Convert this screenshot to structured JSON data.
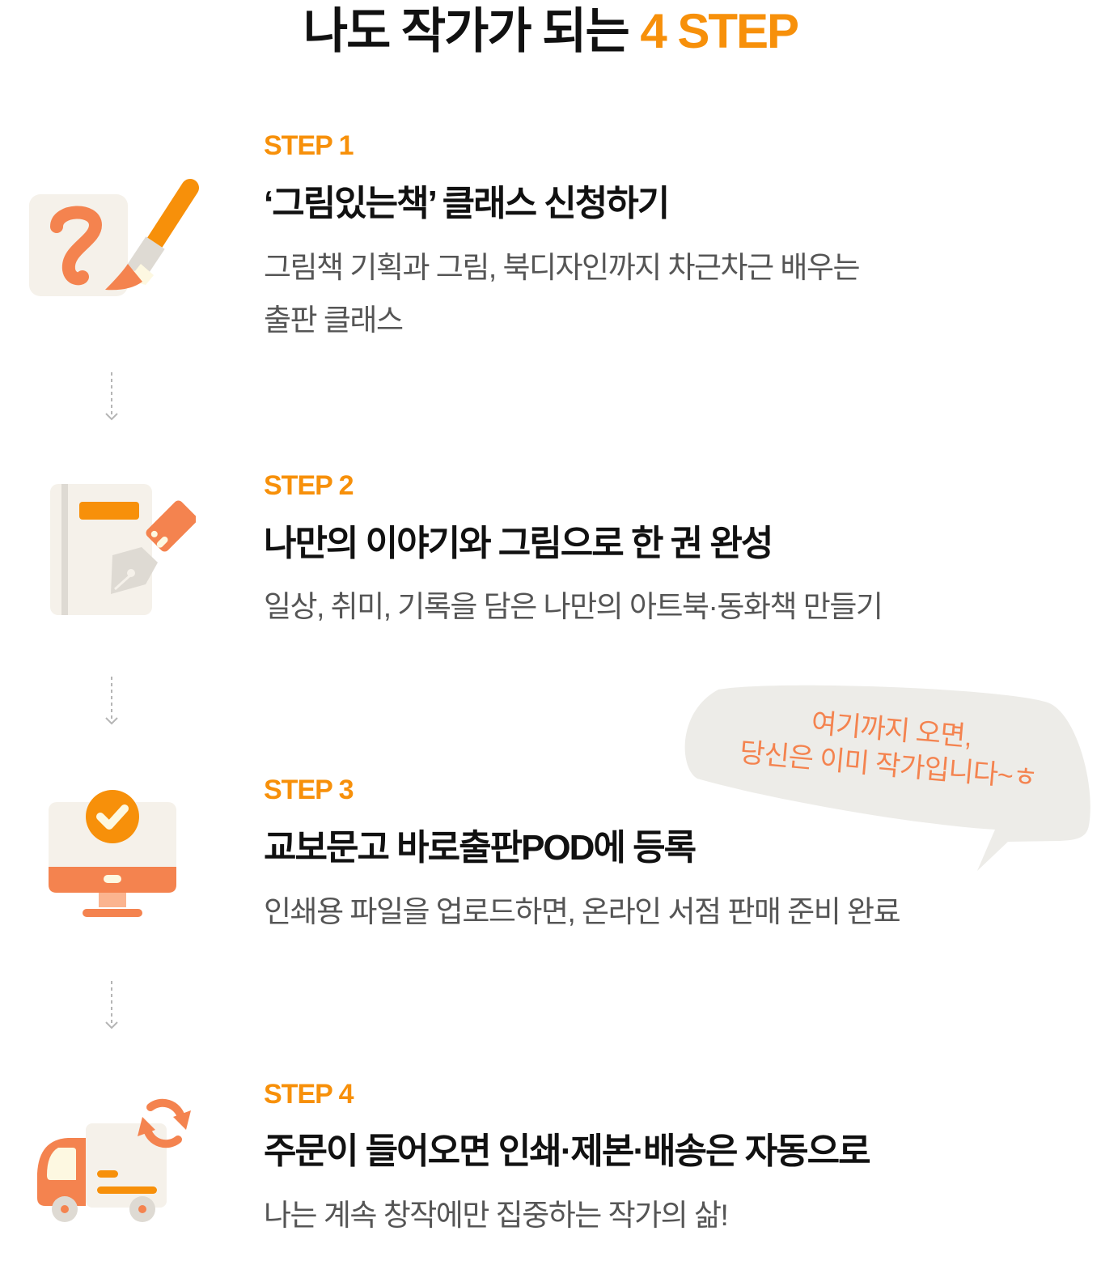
{
  "header": {
    "title_main": "나도 작가가 되는 ",
    "title_accent": "4 STEP"
  },
  "colors": {
    "accent_orange": "#f7900a",
    "coral": "#f4834f",
    "cream": "#f5f1ea",
    "gray_light": "#dedad3",
    "text_dark": "#111111",
    "text_gray": "#555555",
    "bubble_bg": "#edece8"
  },
  "steps": [
    {
      "label": "STEP 1",
      "title": "‘그림있는책’ 클래스 신청하기",
      "desc_lines": [
        "그림책 기획과 그림, 북디자인까지 차근차근 배우는",
        "출판 클래스"
      ],
      "icon": "paintbrush-canvas-icon"
    },
    {
      "label": "STEP 2",
      "title": "나만의 이야기와 그림으로 한 권 완성",
      "desc_lines": [
        "일상, 취미, 기록을 담은 나만의 아트북·동화책 만들기"
      ],
      "icon": "notebook-pen-icon"
    },
    {
      "label": "STEP 3",
      "title": "교보문고 바로출판POD에 등록",
      "desc_lines": [
        "인쇄용 파일을 업로드하면, 온라인 서점 판매 준비 완료"
      ],
      "icon": "monitor-check-icon"
    },
    {
      "label": "STEP 4",
      "title": "주문이 들어오면 인쇄·제본·배송은 자동으로",
      "desc_lines": [
        "나는 계속 창작에만 집중하는 작가의 삶!"
      ],
      "icon": "delivery-truck-refresh-icon"
    }
  ],
  "bubble": {
    "line1": "여기까지 오면,",
    "line2": "당신은 이미 작가입니다~ㅎ"
  },
  "connectors": [
    "down-arrow-icon",
    "down-arrow-icon",
    "down-arrow-icon"
  ]
}
